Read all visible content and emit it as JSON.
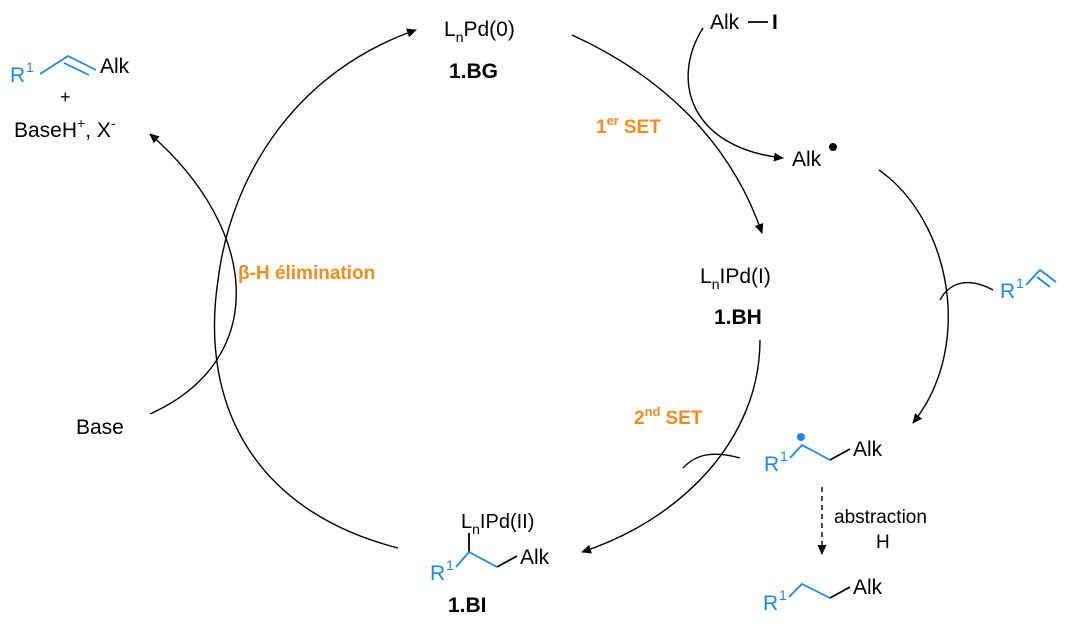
{
  "colors": {
    "accent_blue": "#1e88e5",
    "accent_orange": "#f28c1e",
    "ink": "#000000"
  },
  "species": {
    "pd0": {
      "L": "L",
      "n": "n",
      "rest": "Pd(0)",
      "label": "1.BG"
    },
    "pd1": {
      "L": "L",
      "n": "n",
      "rest": "IPd(I)",
      "label": "1.BH"
    },
    "pd2": {
      "L": "L",
      "n": "n",
      "rest": "IPd(II)",
      "label": "1.BI",
      "R": "R",
      "sup": "1",
      "alk": "Alk"
    },
    "alkyl_iodide": {
      "alk": "Alk",
      "iodine": "I"
    },
    "alkyl_radical": {
      "alk": "Alk"
    },
    "alkene": {
      "R": "R",
      "sup": "1"
    },
    "radical_adduct": {
      "R": "R",
      "sup": "1",
      "alk": "Alk"
    },
    "reduced_product": {
      "R": "R",
      "sup": "1",
      "alk": "Alk"
    },
    "heck_product": {
      "R": "R",
      "sup": "1",
      "alk": "Alk",
      "plus": "+",
      "byproduct": "BaseH",
      "byproduct_sup": "+",
      "byproduct_sep": ", X",
      "byproduct_sup2": "-"
    },
    "base": "Base"
  },
  "steps": {
    "set1": {
      "num": "1",
      "sup": "er",
      "text": "SET"
    },
    "set2": {
      "num": "2",
      "sup": "nd",
      "text": "SET"
    },
    "beta_h": {
      "beta": "β",
      "text": "-H élimination"
    },
    "abstraction": {
      "line1": "abstraction",
      "line2": "H"
    }
  }
}
